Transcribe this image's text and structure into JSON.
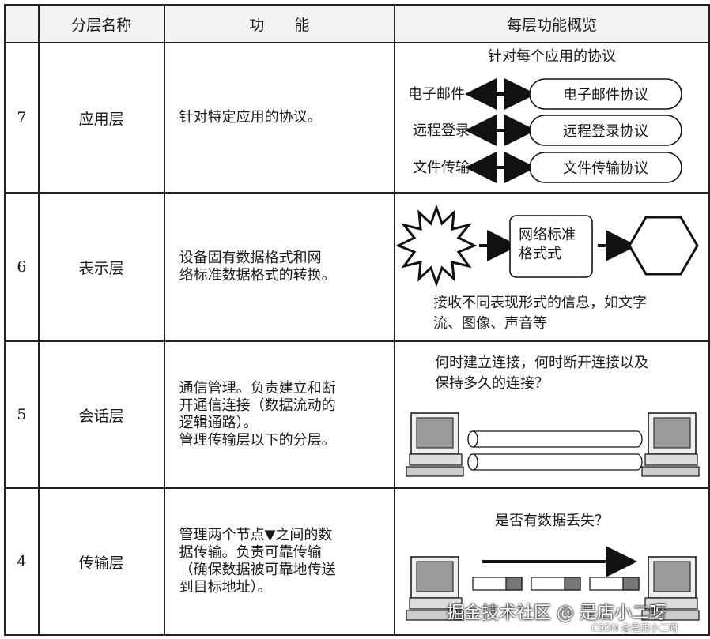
{
  "header": {
    "col_num": "",
    "col_name": "分层名称",
    "col_function": "功　　能",
    "col_overview": "每层功能概览"
  },
  "rows": [
    {
      "num": "7",
      "name": "应用层",
      "desc": [
        "针对特定应用的协议。"
      ],
      "overview": {
        "title": "针对每个应用的协议",
        "items": [
          {
            "app": "电子邮件",
            "protocol": "电子邮件协议"
          },
          {
            "app": "远程登录",
            "protocol": "远程登录协议"
          },
          {
            "app": "文件传输",
            "protocol": "文件传输协议"
          }
        ]
      }
    },
    {
      "num": "6",
      "name": "表示层",
      "desc": [
        "设备固有数据格式和网",
        "络标准数据格式的转换。"
      ],
      "overview": {
        "box_line1": "网络标准",
        "box_line2": "格式式",
        "caption_line1": "接收不同表现形式的信息，如文字",
        "caption_line2": "流、图像、声音等"
      }
    },
    {
      "num": "5",
      "name": "会话层",
      "desc": [
        "通信管理。负责建立和断",
        "开通信连接（数据流动的",
        "逻辑通路）。",
        "管理传输层以下的分层。"
      ],
      "overview": {
        "caption_line1": "何时建立连接，何时断开连接以及",
        "caption_line2": "保持多久的连接？"
      }
    },
    {
      "num": "4",
      "name": "传输层",
      "desc": [
        "管理两个节点▼之间的数",
        "据传输。负责可靠传输",
        "（确保数据被可靠地传送",
        "到目标地址）。"
      ],
      "overview": {
        "caption": "是否有数据丢失？"
      }
    }
  ],
  "watermark": "掘金技术社区 @ 是店小二呀",
  "csdn": "CSDN @是店小二呀"
}
